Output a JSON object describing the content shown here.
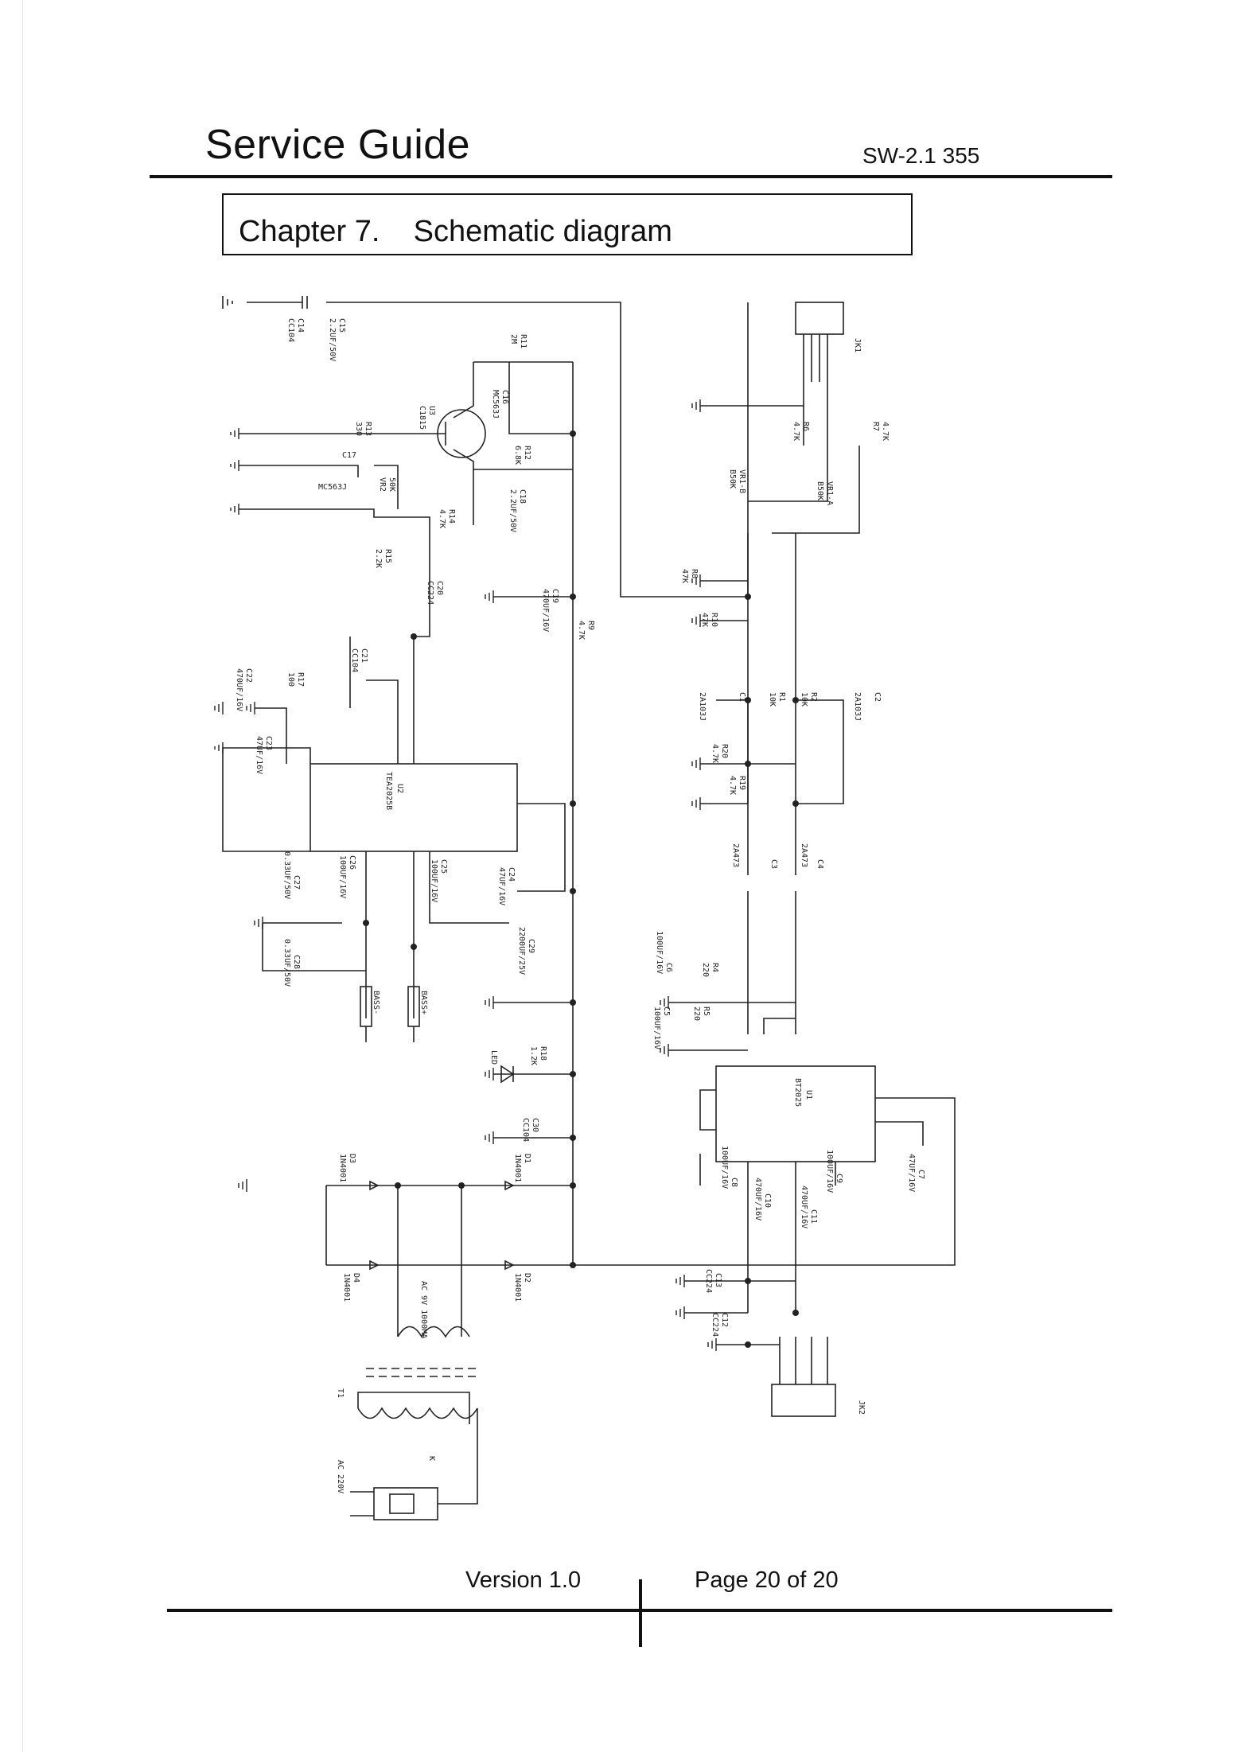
{
  "header": {
    "title": "Service Guide",
    "doc_id": "SW-2.1 355"
  },
  "chapter": {
    "heading": "Chapter 7.    Schematic diagram"
  },
  "schematic": {
    "left_stage": {
      "ic_u2": [
        "U2",
        "TEA2025B"
      ],
      "transistor_u3": [
        "U3",
        "C1815"
      ],
      "labels": [
        "C14",
        "CC104",
        "C15",
        "2.2UF/50V",
        "R11",
        "2M",
        "C16",
        "MC563J",
        "R13",
        "330",
        "R12",
        "6.8K",
        "C17",
        "MC563J",
        "C18",
        "2.2UF/50V",
        "VR2",
        "50K",
        "R14",
        "4.7K",
        "R15",
        "2.2K",
        "C20",
        "CC224",
        "C19",
        "470UF/16V",
        "R9",
        "4.7K",
        "C21",
        "CC104",
        "R17",
        "100",
        "C22",
        "470UF/16V",
        "C23",
        "47UF/16V",
        "C24",
        "47UF/16V",
        "C25",
        "100UF/16V",
        "C26",
        "100UF/16V",
        "C27",
        "0.33UF/50V",
        "C28",
        "0.33UF/50V",
        "C29",
        "2200UF/25V"
      ],
      "outputs": [
        "BASS-",
        "BASS+"
      ]
    },
    "power": {
      "labels": [
        "R18",
        "1.2K",
        "LED",
        "C30",
        "CC104",
        "D1",
        "1N4001",
        "D2",
        "1N4001",
        "D3",
        "1N4001",
        "D4",
        "1N4001",
        "AC 9V 1000MA",
        "T1",
        "K",
        "AC 220V"
      ]
    },
    "right_stage": {
      "ic_u1": [
        "U1",
        "BT2025"
      ],
      "jacks": [
        "JK1",
        "JK2"
      ],
      "labels": [
        "R6",
        "4.7K",
        "R7",
        "4.7K",
        "VR1-B",
        "B50K",
        "VR1-A",
        "B50K",
        "R8",
        "47K",
        "R10",
        "47K",
        "C1",
        "2A103J",
        "R1",
        "10K",
        "R2",
        "10K",
        "C2",
        "2A103J",
        "R20",
        "4.7K",
        "R19",
        "4.7K",
        "C3",
        "2A473",
        "C4",
        "2A473",
        "R4",
        "220",
        "C6",
        "100UF/16V",
        "R5",
        "220",
        "C5",
        "100UF/16V",
        "C8",
        "100UF/16V",
        "C9",
        "100UF/16V",
        "C7",
        "47UF/16V",
        "C10",
        "470UF/16V",
        "C11",
        "470UF/16V",
        "C13",
        "CC224",
        "C12",
        "CC224"
      ]
    }
  },
  "footer": {
    "version": "Version 1.0",
    "page": "Page 20 of 20"
  }
}
